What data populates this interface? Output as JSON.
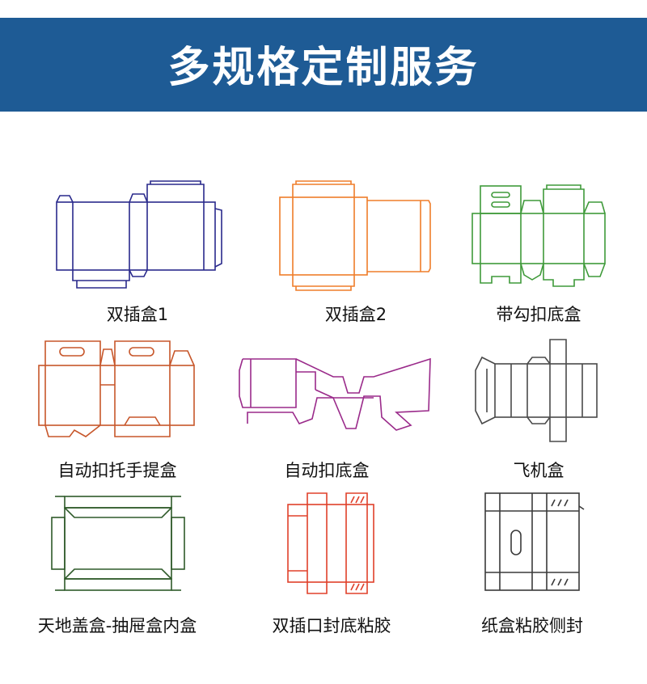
{
  "header": {
    "title": "多规格定制服务"
  },
  "items": [
    {
      "label": "双插盒1",
      "color": "#2a2a8c",
      "icon": "double-tuck-box-1-dieline"
    },
    {
      "label": "双插盒2",
      "color": "#ef7d2a",
      "icon": "double-tuck-box-2-dieline"
    },
    {
      "label": "带勾扣底盒",
      "color": "#3f9a3a",
      "icon": "hook-snap-bottom-box-dieline"
    },
    {
      "label": "自动扣托手提盒",
      "color": "#c7562a",
      "icon": "auto-lock-handle-box-dieline"
    },
    {
      "label": "自动扣底盒",
      "color": "#9a2a8a",
      "icon": "auto-lock-bottom-box-dieline"
    },
    {
      "label": "飞机盒",
      "color": "#4a4a4a",
      "icon": "mailer-box-dieline"
    },
    {
      "label": "天地盖盒-抽屉盒内盒",
      "color": "#2f5a2a",
      "icon": "lid-base-drawer-box-dieline"
    },
    {
      "label": "双插口封底粘胶",
      "color": "#e0402a",
      "icon": "tuck-end-glued-bottom-dieline"
    },
    {
      "label": "纸盒粘胶侧封",
      "color": "#3a3a3a",
      "icon": "side-glued-box-dieline"
    }
  ]
}
